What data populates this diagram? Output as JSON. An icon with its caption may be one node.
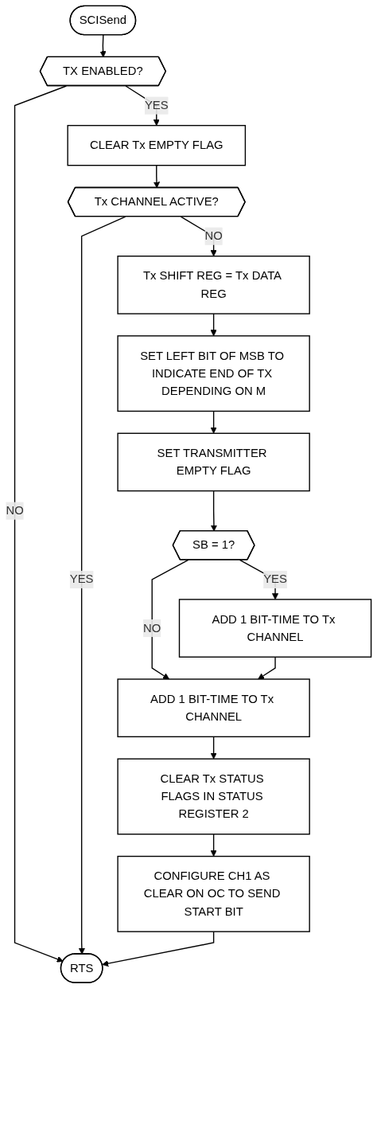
{
  "diagram": {
    "nodes": [
      {
        "text": [
          "SCISend"
        ]
      },
      {
        "text": [
          "TX ENABLED?"
        ]
      },
      {
        "text": [
          "CLEAR Tx EMPTY FLAG"
        ]
      },
      {
        "text": [
          "Tx CHANNEL ACTIVE?"
        ]
      },
      {
        "text": [
          "Tx SHIFT REG = Tx DATA REG"
        ]
      },
      {
        "text": [
          "SET LEFT BIT OF MSB TO INDICATE END OF TX DEPENDING ON M"
        ]
      },
      {
        "text": [
          "SET TRANSMITTER EMPTY FLAG"
        ]
      },
      {
        "text": [
          "SB = 1?"
        ]
      },
      {
        "text": [
          "ADD 1 BIT-TIME TO Tx CHANNEL"
        ]
      },
      {
        "text": [
          "ADD 1 BIT-TIME TO Tx CHANNEL"
        ]
      },
      {
        "text": [
          "CLEAR Tx STATUS FLAGS IN STATUS REGISTER 2"
        ]
      },
      {
        "text": [
          "CONFIGURE CH1 AS CLEAR ON OC TO SEND START BIT"
        ]
      },
      {
        "text": [
          "RTS"
        ]
      }
    ],
    "edges": [
      {
        "from": 0,
        "to": 1,
        "arrow": "to"
      },
      {
        "from": 1,
        "to": 2,
        "arrow": "to",
        "label": "YES"
      },
      {
        "from": 1,
        "to": 12,
        "arrow": "to",
        "label": "NO"
      },
      {
        "from": 2,
        "to": 3,
        "arrow": "to"
      },
      {
        "from": 3,
        "to": 12,
        "arrow": "to",
        "label": "YES"
      },
      {
        "from": 3,
        "to": 4,
        "arrow": "to",
        "label": "NO"
      },
      {
        "from": 4,
        "to": 5,
        "arrow": "to"
      },
      {
        "from": 5,
        "to": 6,
        "arrow": "to"
      },
      {
        "from": 6,
        "to": 7,
        "arrow": "to"
      },
      {
        "from": 7,
        "to": 8,
        "arrow": "to",
        "label": "YES"
      },
      {
        "from": 7,
        "to": 9,
        "arrow": "to",
        "label": "NO"
      },
      {
        "from": 8,
        "to": 9,
        "arrow": "to"
      },
      {
        "from": 9,
        "to": 10,
        "arrow": "to"
      },
      {
        "from": 10,
        "to": 11,
        "arrow": "to"
      },
      {
        "from": 11,
        "to": 12,
        "arrow": "to"
      }
    ]
  }
}
